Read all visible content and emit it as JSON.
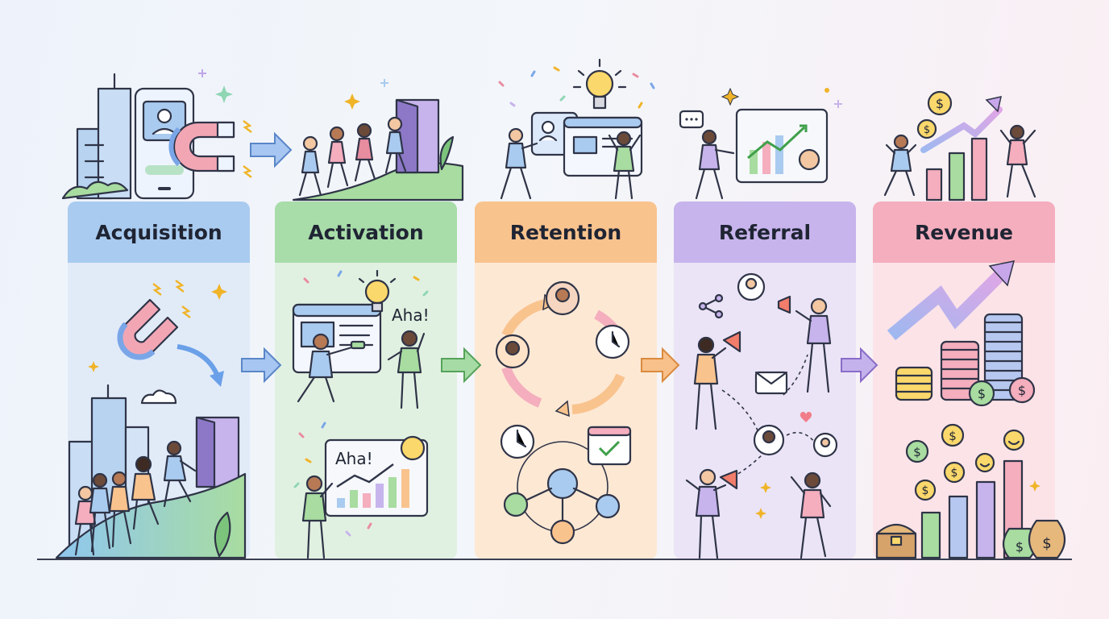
{
  "stages": [
    {
      "label": "Acquisition"
    },
    {
      "label": "Activation"
    },
    {
      "label": "Retention"
    },
    {
      "label": "Referral"
    },
    {
      "label": "Revenue"
    }
  ],
  "callouts": {
    "aha_1": "Aha!",
    "aha_2": "Aha!"
  },
  "colors": {
    "acquisition": "#a9cbef",
    "activation": "#a8dca9",
    "retention": "#f9c38e",
    "referral": "#c7b4ec",
    "revenue": "#f4aebd"
  }
}
